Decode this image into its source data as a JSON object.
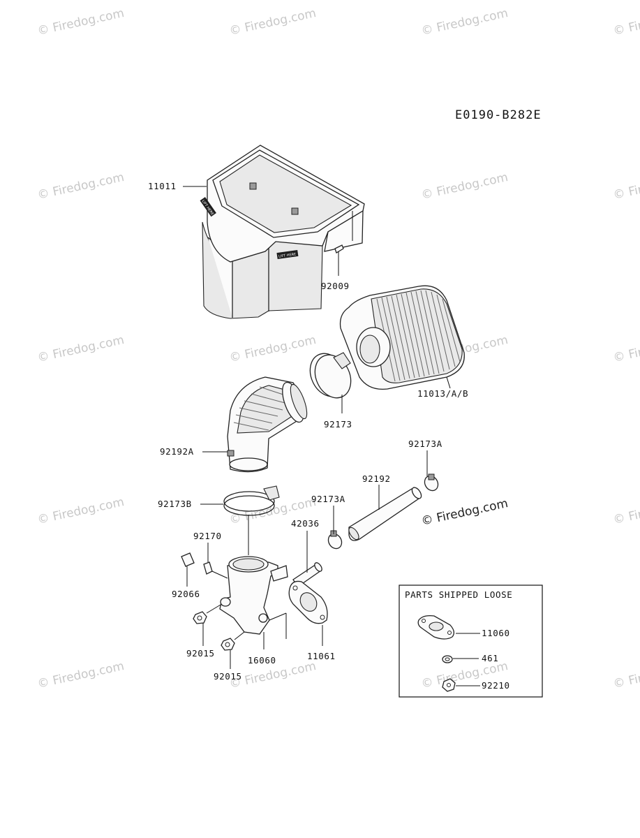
{
  "diagram_code": "E0190-B282E",
  "watermark": "© Firedog.com",
  "parts_box_title": "PARTS SHIPPED LOOSE",
  "callouts": {
    "p11011": "11011",
    "p92009": "92009",
    "p11013": "11013/A/B",
    "p92173": "92173",
    "p92192A": "92192A",
    "p92173A_top": "92173A",
    "p92192": "92192",
    "p92173A_mid": "92173A",
    "p92173B": "92173B",
    "p42036": "42036",
    "p92170": "92170",
    "p92066": "92066",
    "p92015_a": "92015",
    "p92015_b": "92015",
    "p16060": "16060",
    "p11061": "11061",
    "p11060": "11060",
    "p461": "461",
    "p92210": "92210"
  },
  "decal_text": "LIFT HERE"
}
